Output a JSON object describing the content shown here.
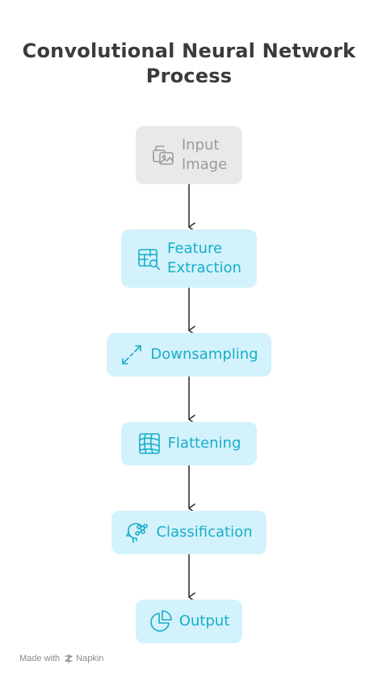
{
  "title_line1": "Convolutional Neural Network",
  "title_line2": "Process",
  "steps": [
    {
      "label": "Input\nImage",
      "icon": "image-icon",
      "style": "muted"
    },
    {
      "label": "Feature\nExtraction",
      "icon": "table-search-icon",
      "style": "active"
    },
    {
      "label": "Downsampling",
      "icon": "diagonal-arrows-icon",
      "style": "active"
    },
    {
      "label": "Flattening",
      "icon": "warped-grid-icon",
      "style": "active"
    },
    {
      "label": "Classification",
      "icon": "head-network-icon",
      "style": "active"
    },
    {
      "label": "Output",
      "icon": "pie-chart-icon",
      "style": "active"
    }
  ],
  "colors": {
    "accent": "#18aecb",
    "accent_bg": "#d3f2fb",
    "muted": "#9b9b9b",
    "muted_bg": "#e9e9e9",
    "arrow": "#333333",
    "title": "#3b3b3b"
  },
  "footer": {
    "made_with": "Made with",
    "brand": "Napkin"
  }
}
